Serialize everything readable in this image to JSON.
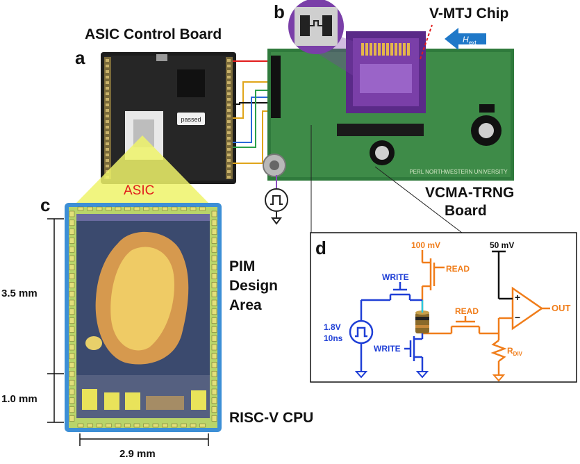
{
  "colors": {
    "vdd": "#f07d1a",
    "write": "#1f3fd6",
    "accent_red": "#e11b1b",
    "hext": "#1f78c8",
    "chip_purple": "#7a3fa8",
    "board_green": "#2f7a3c"
  },
  "panels": {
    "a": "a",
    "b": "b",
    "c": "c",
    "d": "d"
  },
  "labels": {
    "asic_board": "ASIC Control Board",
    "vmtj_chip": "V-MTJ Chip",
    "hext_main": "H",
    "hext_sub": "ext",
    "asic": "ASIC",
    "vcma_line1": "VCMA-TRNG",
    "vcma_line2": "Board",
    "pim_line1": "PIM",
    "pim_line2": "Design",
    "pim_line3": "Area",
    "riscv": "RISC-V CPU",
    "dim_35": "3.5 mm",
    "dim_10": "1.0 mm",
    "dim_29": "2.9 mm",
    "board_passed": "passed",
    "board_footer": "PERL NORTHWESTERN UNIVERSITY"
  },
  "circuit": {
    "v100": "100 mV",
    "v50": "50 mV",
    "read_top": "READ",
    "read_mid": "READ",
    "write_top": "WRITE",
    "write_bot": "WRITE",
    "src_v": "1.8V",
    "src_t": "10ns",
    "out": "OUT",
    "plus": "+",
    "minus": "−",
    "rdiv_main": "R",
    "rdiv_sub": "DIV"
  },
  "icons": [
    "pulse-source-icon",
    "ground-icon",
    "chip-photo",
    "board-photo",
    "asic-layout"
  ]
}
